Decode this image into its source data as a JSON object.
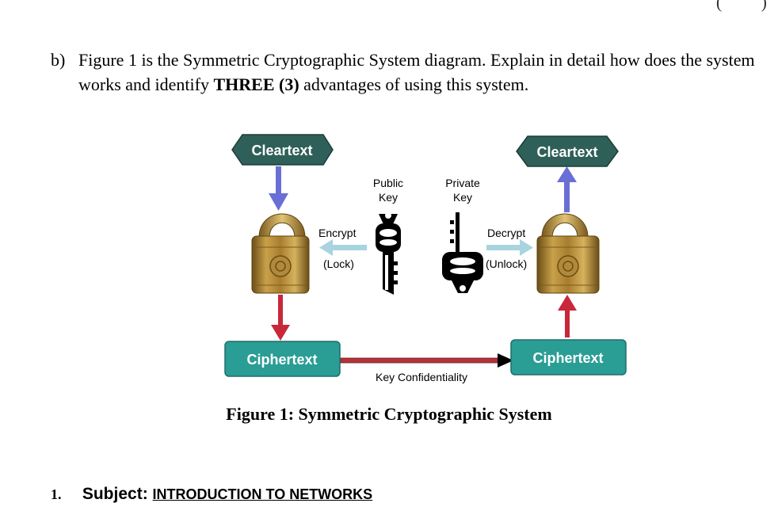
{
  "question": {
    "label": "b)",
    "text_before": "Figure 1 is the Symmetric Cryptographic System diagram. Explain in detail how does the system works and identify ",
    "text_bold": "THREE (3)",
    "text_after": " advantages of using this system."
  },
  "diagram": {
    "cleartext_left": "Cleartext",
    "cleartext_right": "Cleartext",
    "ciphertext_left": "Ciphertext",
    "ciphertext_right": "Ciphertext",
    "public_key_line1": "Public",
    "public_key_line2": "Key",
    "private_key_line1": "Private",
    "private_key_line2": "Key",
    "encrypt": "Encrypt",
    "lock": "(Lock)",
    "decrypt": "Decrypt",
    "unlock": "(Unlock)",
    "key_confidentiality": "Key Confidentiality",
    "colors": {
      "cleartext_box": "#2f5f59",
      "ciphertext_box": "#2a9d95",
      "blue_arrow": "#6a6fd6",
      "red_arrow": "#c8283a",
      "light_arrow": "#a7d4df"
    }
  },
  "caption": "Figure 1: Symmetric Cryptographic System",
  "subject": {
    "number": "1.",
    "label": "Subject:",
    "value": "INTRODUCTION TO NETWORKS"
  }
}
